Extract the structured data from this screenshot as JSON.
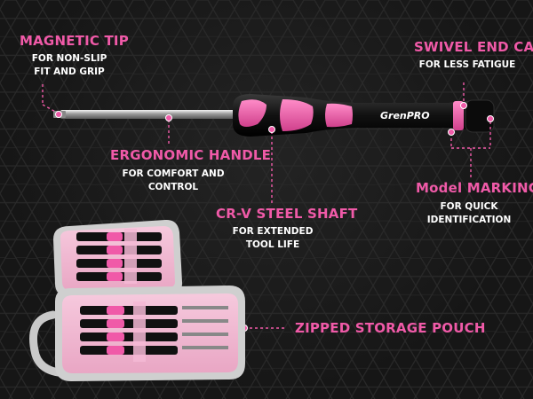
{
  "colors": {
    "accent": "#f05aa8",
    "background": "#161616",
    "text": "#ffffff"
  },
  "brand": {
    "logo": "GrenPRO"
  },
  "callouts": {
    "magnetic_tip": {
      "title": "MAGNETIC TIP",
      "lines": [
        "FOR NON-SLIP",
        "FIT AND GRIP"
      ]
    },
    "ergonomic_handle": {
      "title": "ERGONOMIC HANDLE",
      "lines": [
        "FOR COMFORT AND",
        "CONTROL"
      ]
    },
    "crv_steel_shaft": {
      "title": "CR-V STEEL SHAFT",
      "lines": [
        "FOR EXTENDED",
        "TOOL LIFE"
      ]
    },
    "swivel_end_cap": {
      "title": "SWIVEL END CAP",
      "lines": [
        "FOR LESS FATIGUE"
      ]
    },
    "model_markings": {
      "title": "Model MARKINGS",
      "lines": [
        "FOR QUICK",
        "IDENTIFICATION"
      ]
    },
    "storage_pouch": {
      "title": "ZIPPED STORAGE POUCH"
    }
  }
}
